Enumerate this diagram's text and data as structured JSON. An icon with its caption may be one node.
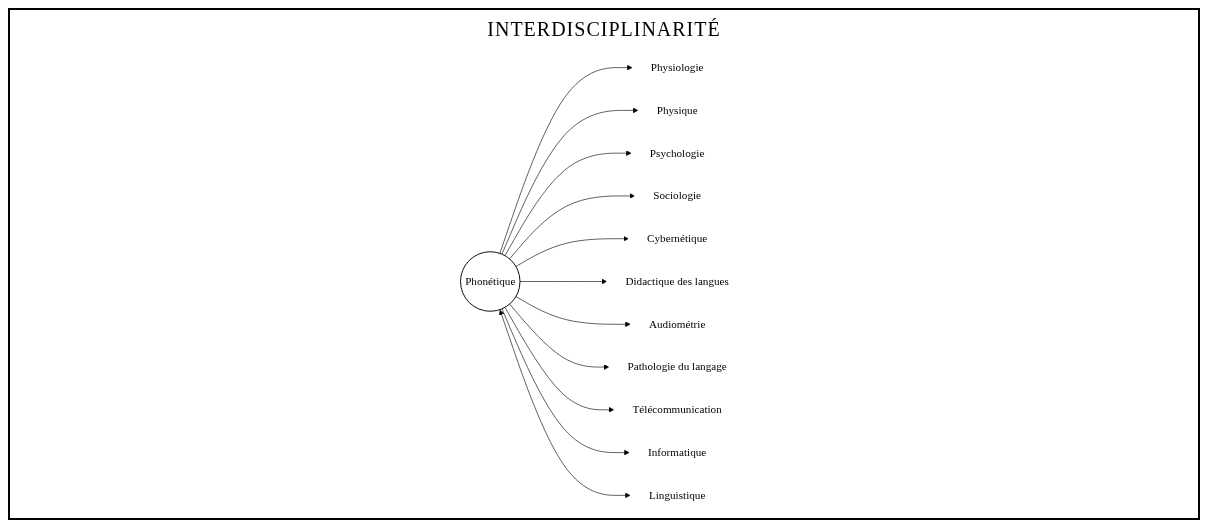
{
  "diagram": {
    "title": "INTERDISCIPLINARITÉ",
    "nodes": [
      {
        "text": [
          "Phonétique"
        ]
      },
      {
        "text": [
          "Physiologie"
        ]
      },
      {
        "text": [
          "Physique"
        ]
      },
      {
        "text": [
          "Psychologie"
        ]
      },
      {
        "text": [
          "Sociologie"
        ]
      },
      {
        "text": [
          "Cybernétique"
        ]
      },
      {
        "text": [
          "Didactique des langues"
        ]
      },
      {
        "text": [
          "Audiométrie"
        ]
      },
      {
        "text": [
          "Pathologie du langage"
        ]
      },
      {
        "text": [
          "Télécommunication"
        ]
      },
      {
        "text": [
          "Informatique"
        ]
      },
      {
        "text": [
          "Linguistique"
        ]
      }
    ],
    "edges": [
      {
        "from": 0,
        "to": 1,
        "arrow": "to"
      },
      {
        "from": 0,
        "to": 2,
        "arrow": "to"
      },
      {
        "from": 0,
        "to": 3,
        "arrow": "to"
      },
      {
        "from": 0,
        "to": 4,
        "arrow": "to"
      },
      {
        "from": 0,
        "to": 5,
        "arrow": "to"
      },
      {
        "from": 0,
        "to": 6,
        "arrow": "to"
      },
      {
        "from": 0,
        "to": 7,
        "arrow": "to"
      },
      {
        "from": 0,
        "to": 8,
        "arrow": "to"
      },
      {
        "from": 0,
        "to": 9,
        "arrow": "to"
      },
      {
        "from": 0,
        "to": 10,
        "arrow": "to"
      },
      {
        "from": 0,
        "to": 11,
        "arrow": "both"
      }
    ]
  }
}
